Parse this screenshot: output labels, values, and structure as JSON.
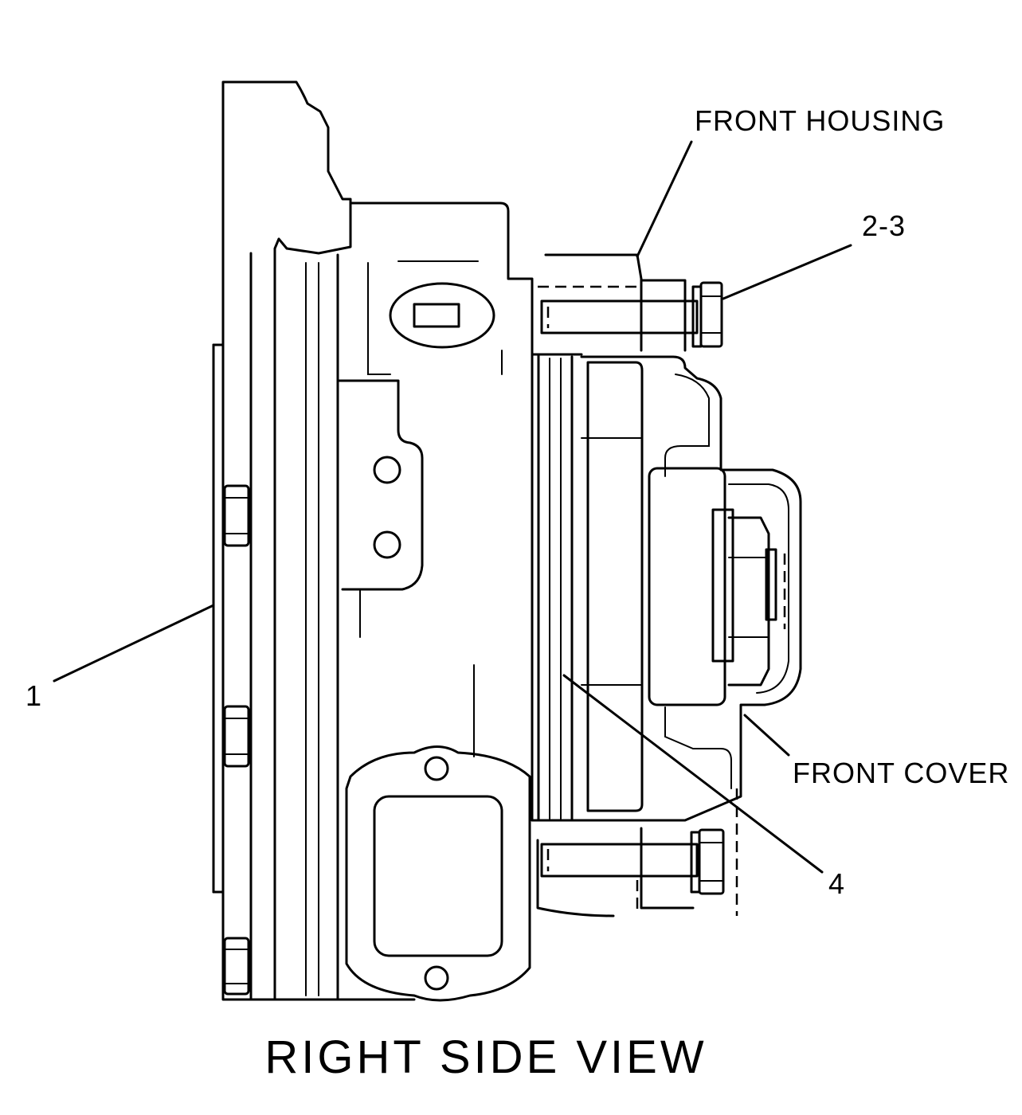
{
  "labels": {
    "front_housing": "FRONT  HOUSING",
    "bolt_group": "2-3",
    "item_1": "1",
    "front_cover": "FRONT  COVER",
    "item_4": "4"
  },
  "caption": "RIGHT  SIDE  VIEW",
  "colors": {
    "line": "#000000",
    "background": "#ffffff"
  }
}
